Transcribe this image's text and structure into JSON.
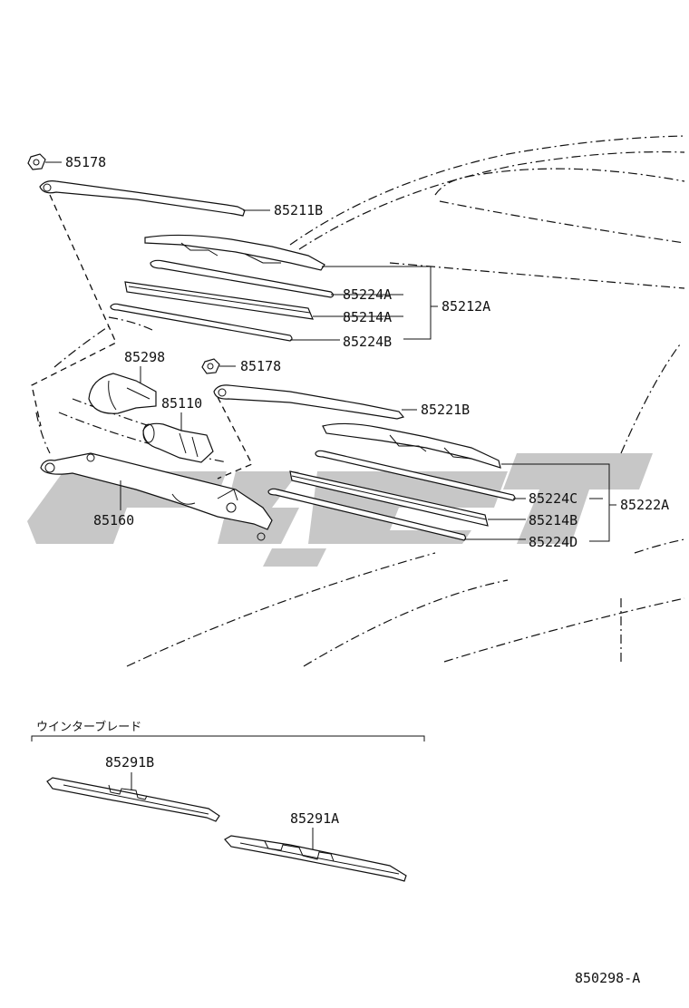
{
  "labels": {
    "nut_top": "85178",
    "arm_front": "85211B",
    "blade_front": "85212A",
    "rubber_a": "85224A",
    "plate_front": "85214A",
    "rubber_b": "85224B",
    "cap": "85298",
    "nut_mid": "85178",
    "motor": "85110",
    "arm_rear": "85221B",
    "link": "85160",
    "rubber_c": "85224C",
    "blade_rear": "85222A",
    "plate_rear": "85214B",
    "rubber_d": "85224D",
    "winter_title": "ウインターブレード",
    "winter_b": "85291B",
    "winter_a": "85291A",
    "figure_code": "850298-A"
  }
}
